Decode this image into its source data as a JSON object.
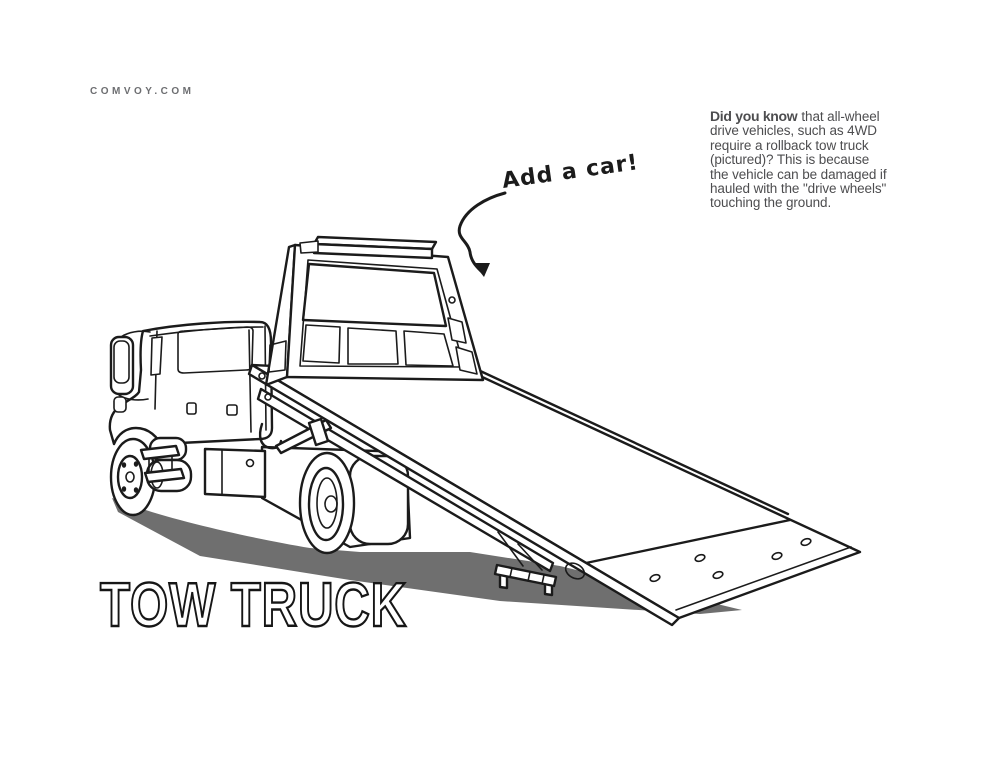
{
  "site": {
    "label": "COMVOY.COM"
  },
  "fact": {
    "lead": "Did you know",
    "lines": [
      "that all-wheel",
      "drive vehicles, such as 4WD",
      "require a rollback tow truck",
      "(pictured)? This is because",
      "the vehicle can be damaged if",
      "hauled with the \"drive wheels\"",
      "touching the ground."
    ]
  },
  "annotation": {
    "text": "Add a car!"
  },
  "title": {
    "text": "TOW TRUCK"
  },
  "drawing": {
    "alt": "Black-and-white line-art coloring illustration of a rollback (flatbed) tow truck with its bed tilted down to the ground, ground shadow beneath",
    "colors": {
      "ink": "#1b1b1b",
      "shadow": "#6f6f6f",
      "fact_text": "#4d4d4f",
      "site_text": "#6d6e71",
      "paper": "#ffffff"
    }
  }
}
